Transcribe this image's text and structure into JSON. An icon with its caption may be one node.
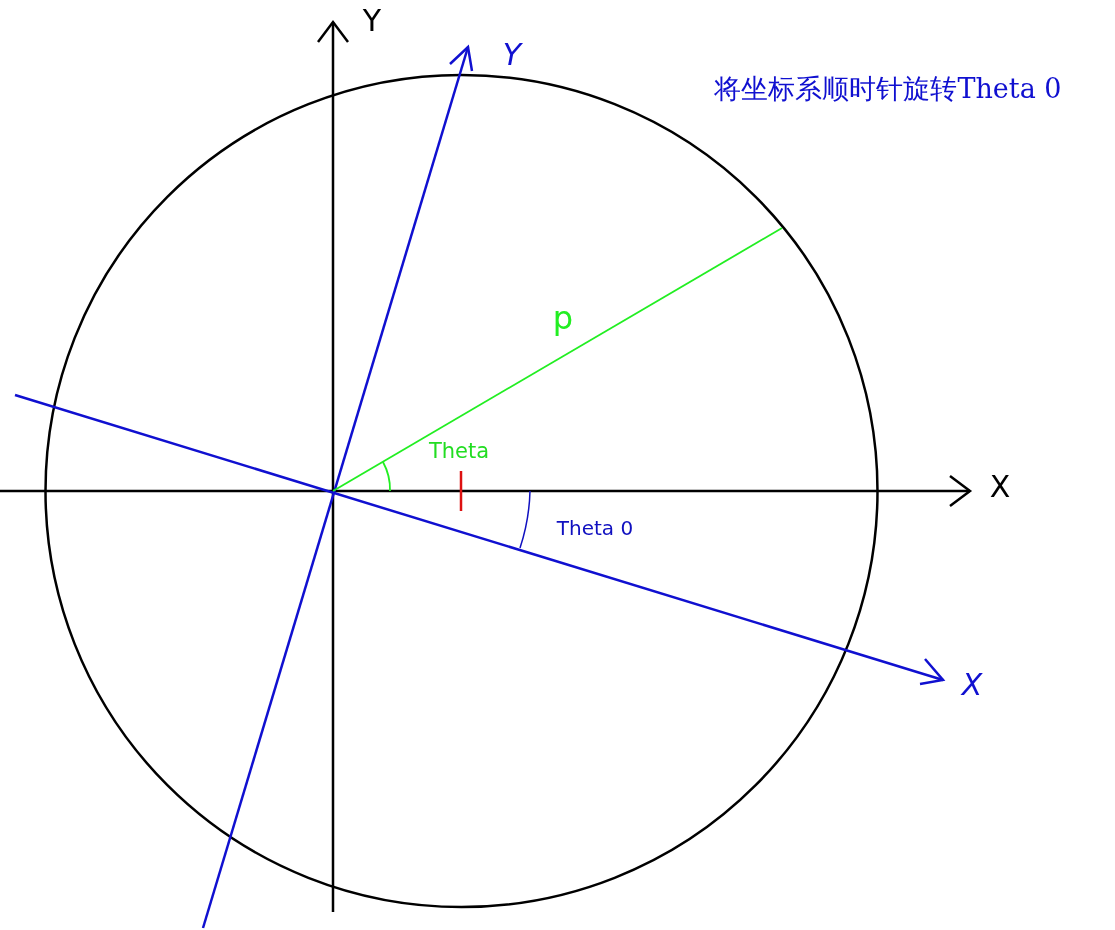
{
  "diagram": {
    "labels": [
      "Y",
      "Y",
      "将坐标系顺时针旋转Theta 0",
      "p",
      "Theta",
      "X",
      "Theta 0",
      "X"
    ]
  }
}
